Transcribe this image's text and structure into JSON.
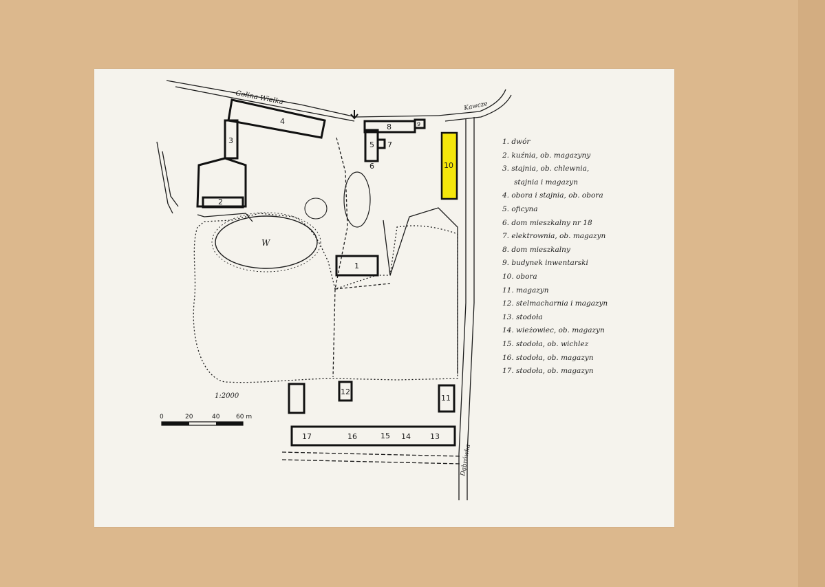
{
  "map": {
    "streets": {
      "north": "Gołina Wielka",
      "northeast": "Kawcze",
      "east": "Dąbrówka"
    },
    "scale_text": "1:2000",
    "scale_bar": {
      "ticks": [
        "0",
        "20",
        "40",
        "60 m"
      ]
    },
    "pond_label": "W",
    "highlight_color": "#f5e60c",
    "building_numbers": [
      "1",
      "2",
      "3",
      "4",
      "5",
      "6",
      "7",
      "8",
      "9",
      "10",
      "11",
      "12",
      "13",
      "14",
      "15",
      "16",
      "17"
    ],
    "legend": [
      {
        "text": "1. dwór"
      },
      {
        "text": "2. kuźnia, ob. magazyny"
      },
      {
        "text": "3. stajnia, ob. chlewnia,"
      },
      {
        "text": "stajnia i magazyn"
      },
      {
        "text": "4. obora i stajnia, ob. obora"
      },
      {
        "text": "5. oficyna"
      },
      {
        "text": "6. dom mieszkalny nr 18"
      },
      {
        "text": "7. elektrownia, ob. magazyn"
      },
      {
        "text": "8. dom mieszkalny"
      },
      {
        "text": "9. budynek inwentarski"
      },
      {
        "text": "10. obora"
      },
      {
        "text": "11. magazyn"
      },
      {
        "text": "12. stelmacharnia i magazyn"
      },
      {
        "text": "13. stodoła"
      },
      {
        "text": "14. wieżowiec, ob. magazyn"
      },
      {
        "text": "15. stodoła, ob. wichlez"
      },
      {
        "text": "16. stodoła, ob. magazyn"
      },
      {
        "text": "17. stodoła, ob. magazyn"
      }
    ]
  }
}
